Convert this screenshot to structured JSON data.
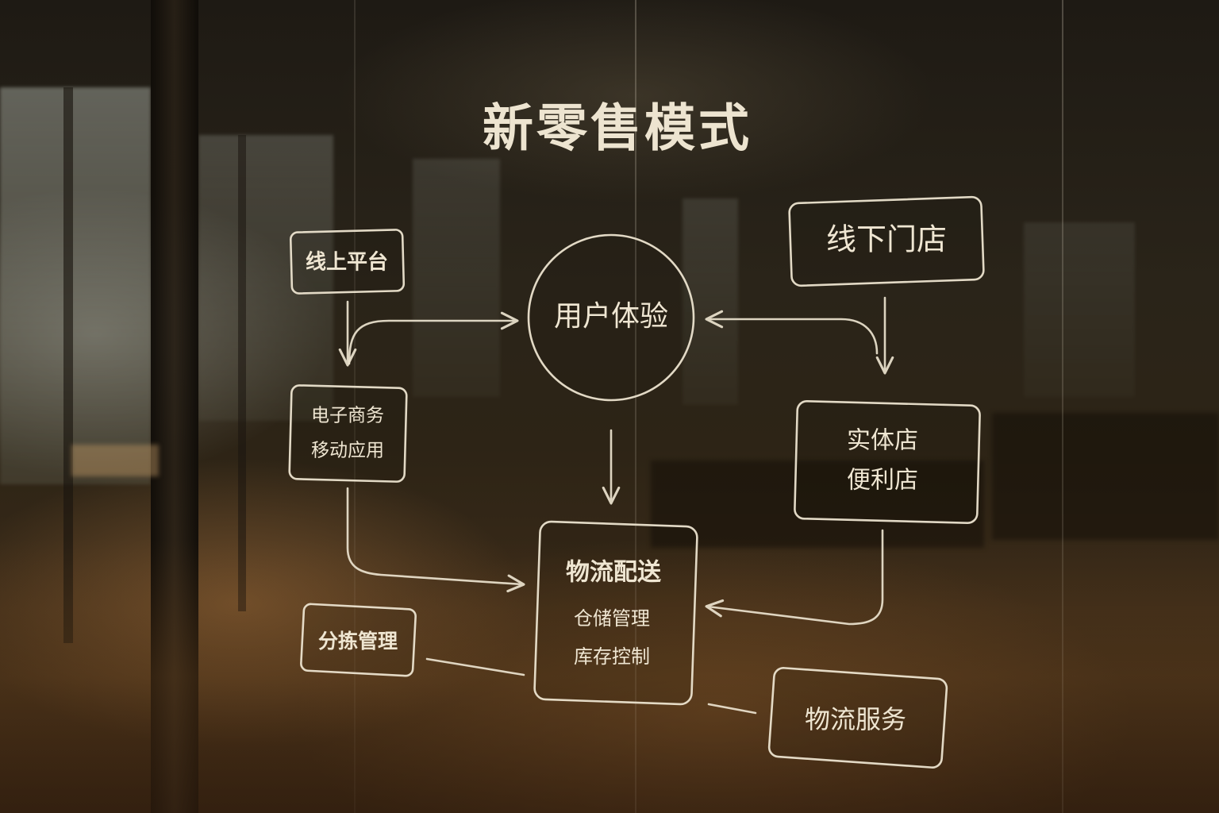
{
  "title": "新零售模式",
  "nodes": {
    "online_platform": {
      "label": "线上平台"
    },
    "user_experience": {
      "label": "用户体验"
    },
    "offline_store": {
      "label": "线下门店"
    },
    "ecommerce": {
      "line1": "电子商务",
      "line2": "移动应用"
    },
    "physical_store": {
      "line1": "实体店",
      "line2": "便利店"
    },
    "logistics": {
      "title": "物流配送",
      "line1": "仓储管理",
      "line2": "库存控制"
    },
    "sorting": {
      "label": "分拣管理"
    },
    "service": {
      "label": "物流服务"
    }
  },
  "colors": {
    "line": "#ece3cf",
    "text": "#efe6d2"
  }
}
